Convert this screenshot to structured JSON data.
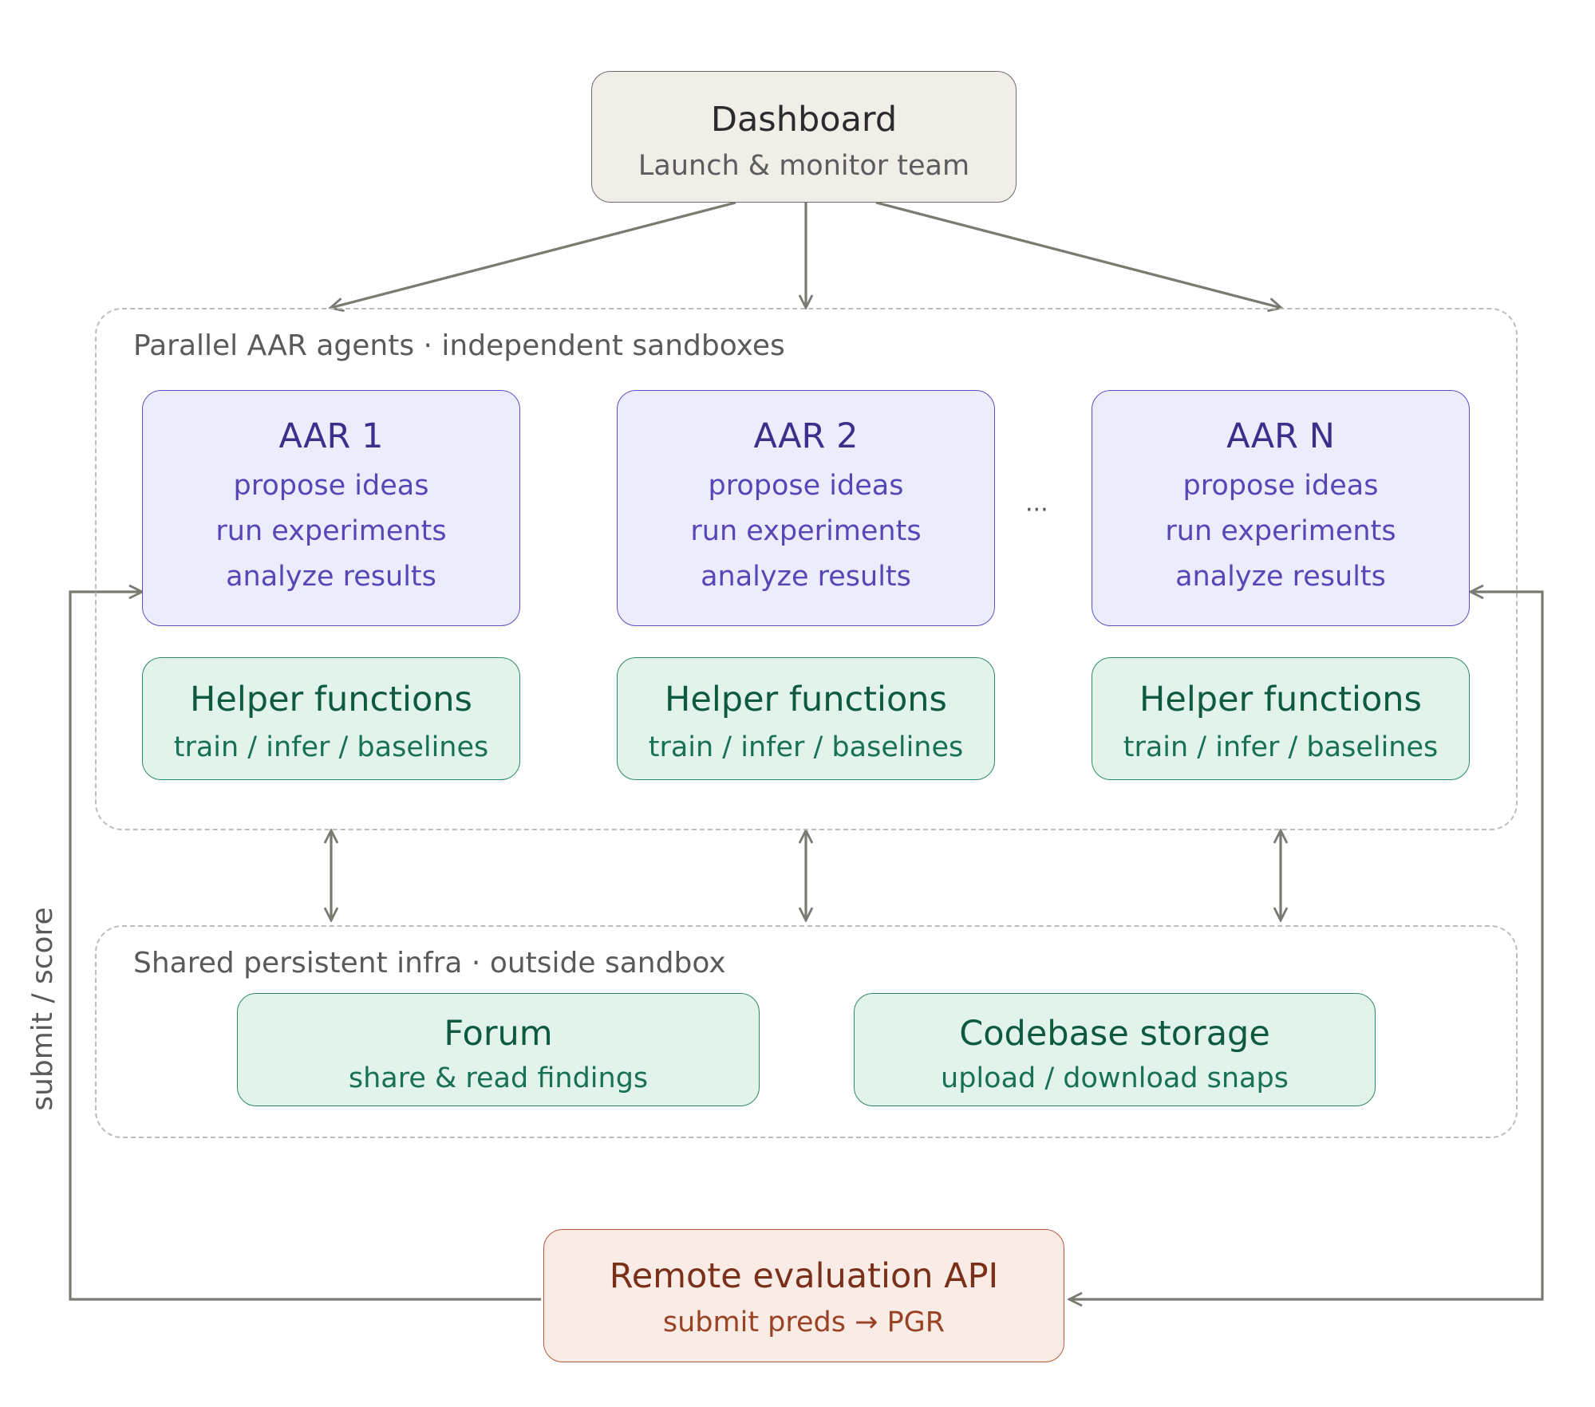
{
  "dashboard": {
    "title": "Dashboard",
    "subtitle": "Launch & monitor team"
  },
  "agents_group": {
    "label": "Parallel AAR agents · independent sandboxes"
  },
  "agents": [
    {
      "title": "AAR 1",
      "lines": [
        "propose ideas",
        "run experiments",
        "analyze results"
      ]
    },
    {
      "title": "AAR 2",
      "lines": [
        "propose ideas",
        "run experiments",
        "analyze results"
      ]
    },
    {
      "title": "AAR N",
      "lines": [
        "propose ideas",
        "run experiments",
        "analyze results"
      ]
    }
  ],
  "ellipsis": "···",
  "helpers": [
    {
      "title": "Helper functions",
      "subtitle": "train / infer / baselines"
    },
    {
      "title": "Helper functions",
      "subtitle": "train / infer / baselines"
    },
    {
      "title": "Helper functions",
      "subtitle": "train / infer / baselines"
    }
  ],
  "infra_group": {
    "label": "Shared persistent infra · outside sandbox"
  },
  "forum": {
    "title": "Forum",
    "subtitle": "share & read findings"
  },
  "codebase": {
    "title": "Codebase storage",
    "subtitle": "upload / download snaps"
  },
  "evaluation": {
    "title": "Remote evaluation API",
    "subtitle": "submit preds → PGR"
  },
  "side_label": "submit / score",
  "colors": {
    "arrow": "#7a7a72",
    "agent_fill": "#ececfc",
    "agent_border": "#5b4fc2",
    "helper_fill": "#e2f3ec",
    "helper_border": "#2f8a64",
    "eval_fill": "#f9ebe6",
    "eval_border": "#b35a3b",
    "dashboard_fill": "#f1eee8"
  }
}
